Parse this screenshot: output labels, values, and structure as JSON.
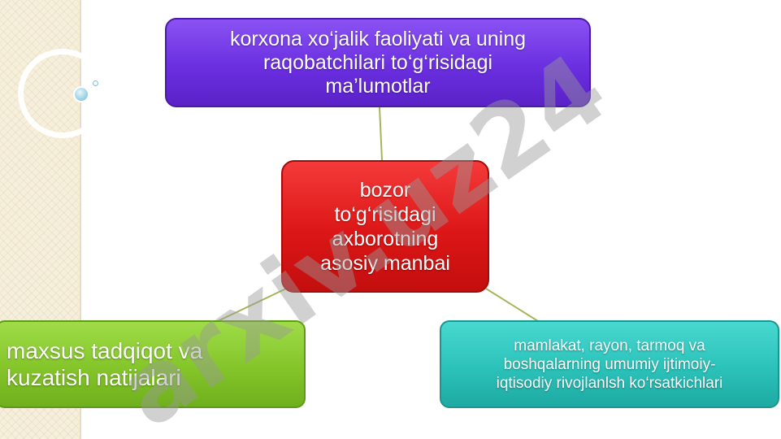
{
  "diagram": {
    "top_box": {
      "lines": [
        "korxona xo‘jalik faoliyati va uning",
        "raqobatchilari to‘g‘risidagi",
        "ma’lumotlar"
      ],
      "color": "#6b2fe0"
    },
    "center_box": {
      "lines": [
        "bozor",
        "to‘g‘risidagi",
        "axborotning",
        "asosiy manbai"
      ],
      "color": "#dc1616"
    },
    "left_box": {
      "lines": [
        "maxsus tadqiqot va",
        "kuzatish natijalari"
      ],
      "color": "#84c52a"
    },
    "right_box": {
      "lines": [
        "mamlakat, rayon, tarmoq va",
        "boshqalarning umumiy ijtimoiy-",
        "iqtisodiy rivojlanlsh ko‘rsatkichlari"
      ],
      "color": "#2bc2ba"
    },
    "connector_color": "#a8b45a"
  },
  "watermark": {
    "text": "arxiv.uz24"
  }
}
